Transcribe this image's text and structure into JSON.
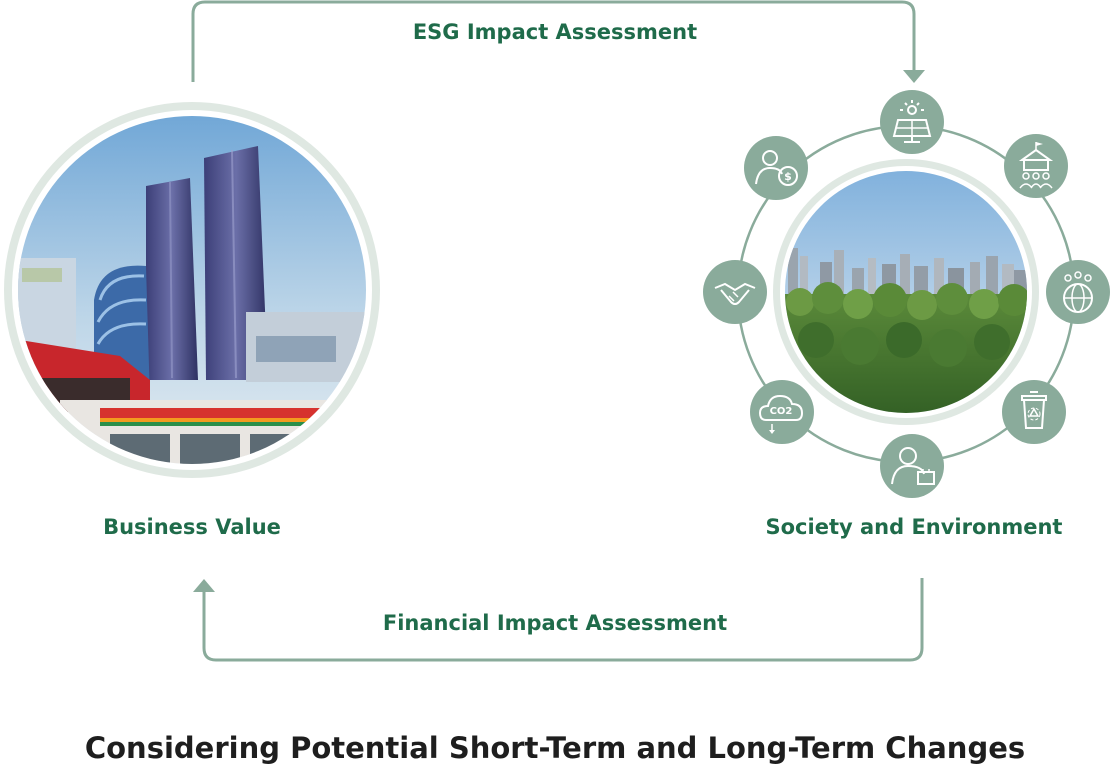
{
  "labels": {
    "esg_assessment": "ESG Impact Assessment",
    "financial_assessment": "Financial Impact Assessment",
    "business_value": "Business Value",
    "society_environment": "Society and Environment"
  },
  "caption": "Considering Potential Short-Term and Long-Term Changes",
  "co2_text": "CO2",
  "icons": [
    "solar-panel-icon",
    "community-building-icon",
    "global-community-icon",
    "recycling-bin-icon",
    "employee-icon",
    "co2-cloud-icon",
    "handshake-icon",
    "investor-icon"
  ],
  "colors": {
    "label_green": "#1f6b4a",
    "flow_line": "#8aab9b",
    "icon_fill": "#8aab9b",
    "ring_light": "#dfe8e2"
  }
}
